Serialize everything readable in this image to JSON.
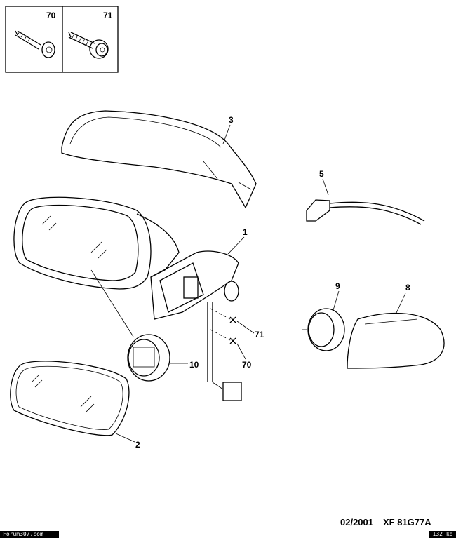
{
  "inset": {
    "items": [
      {
        "ref": "70",
        "icon": "screw-icon"
      },
      {
        "ref": "71",
        "icon": "screw-with-washer-icon"
      }
    ]
  },
  "callouts": {
    "c3": "3",
    "c5": "5",
    "c1": "1",
    "c9": "9",
    "c8": "8",
    "c71": "71",
    "c70": "70",
    "c10": "10",
    "c2": "2"
  },
  "reference": {
    "date": "02/2001",
    "code": "XF 81G77A"
  },
  "footer": {
    "site": "Forum307.com",
    "size": "132 ko"
  }
}
